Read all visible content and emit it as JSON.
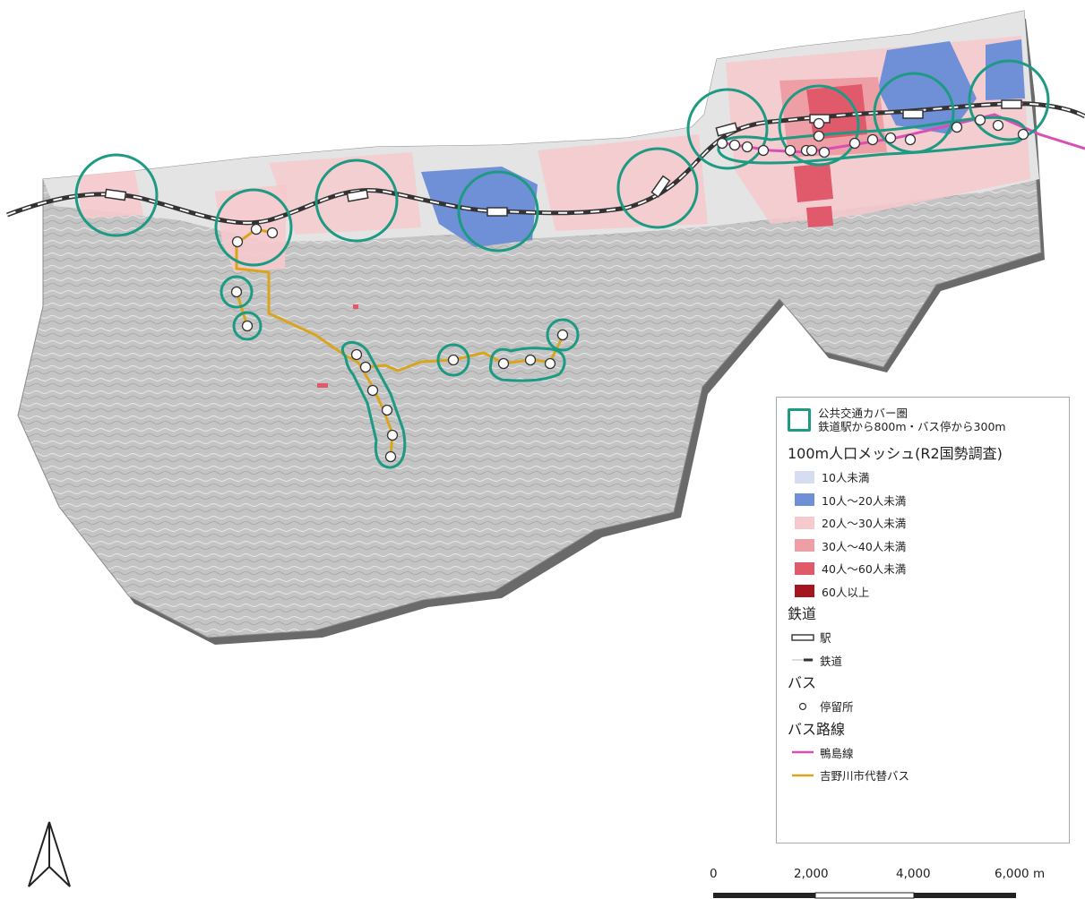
{
  "legend": {
    "coverage_line1": "公共交通カバー圏",
    "coverage_line2": "鉄道駅から800m・バス停から300m",
    "mesh_title": "100m人口メッシュ(R2国勢調査)",
    "mesh_classes": [
      {
        "label": "10人未満",
        "color": "#d6ddf0"
      },
      {
        "label": "10人～20人未満",
        "color": "#6f8fd6"
      },
      {
        "label": "20人～30人未満",
        "color": "#f6c9cc"
      },
      {
        "label": "30人～40人未満",
        "color": "#ee9fa6"
      },
      {
        "label": "40人～60人未満",
        "color": "#e05a6c"
      },
      {
        "label": "60人以上",
        "color": "#a5151f"
      }
    ],
    "rail_title": "鉄道",
    "station_label": "駅",
    "railway_label": "鉄道",
    "bus_title": "バス",
    "busstop_label": "停留所",
    "busroute_title": "バス路線",
    "route1_label": "鴨島線",
    "route2_label": "吉野川市代替バス"
  },
  "colors": {
    "coverage": "#1d9a82",
    "route_kamojima": "#d94fb4",
    "route_yoshinogawa": "#d8a51c",
    "terrain": "#bdbdbd",
    "plain": "#e6e6e6"
  },
  "scale_bar": {
    "labels": [
      "0",
      "2,000",
      "4,000",
      "6,000 m"
    ]
  },
  "north_arrow_icon": "north-arrow-icon"
}
